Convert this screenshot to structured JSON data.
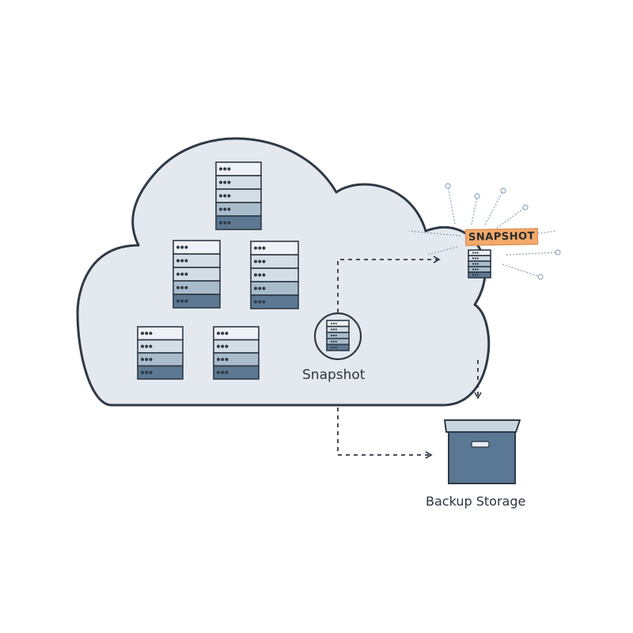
{
  "colors": {
    "cloud_fill": "#e3e9ef",
    "outline": "#2f3945",
    "server_light": "#d4dee7",
    "server_mid": "#a9bccb",
    "server_dark": "#5c7892",
    "box": "#5a7793",
    "tag": "#f2a96b",
    "burst": "#8fa6ba"
  },
  "labels": {
    "snapshot_center": "Snapshot",
    "snapshot_tag": "SNAPSHOT",
    "backup_storage": "Backup Storage"
  },
  "icons": [
    "cloud-icon",
    "server-rack-icon",
    "snapshot-icon",
    "storage-box-icon"
  ]
}
